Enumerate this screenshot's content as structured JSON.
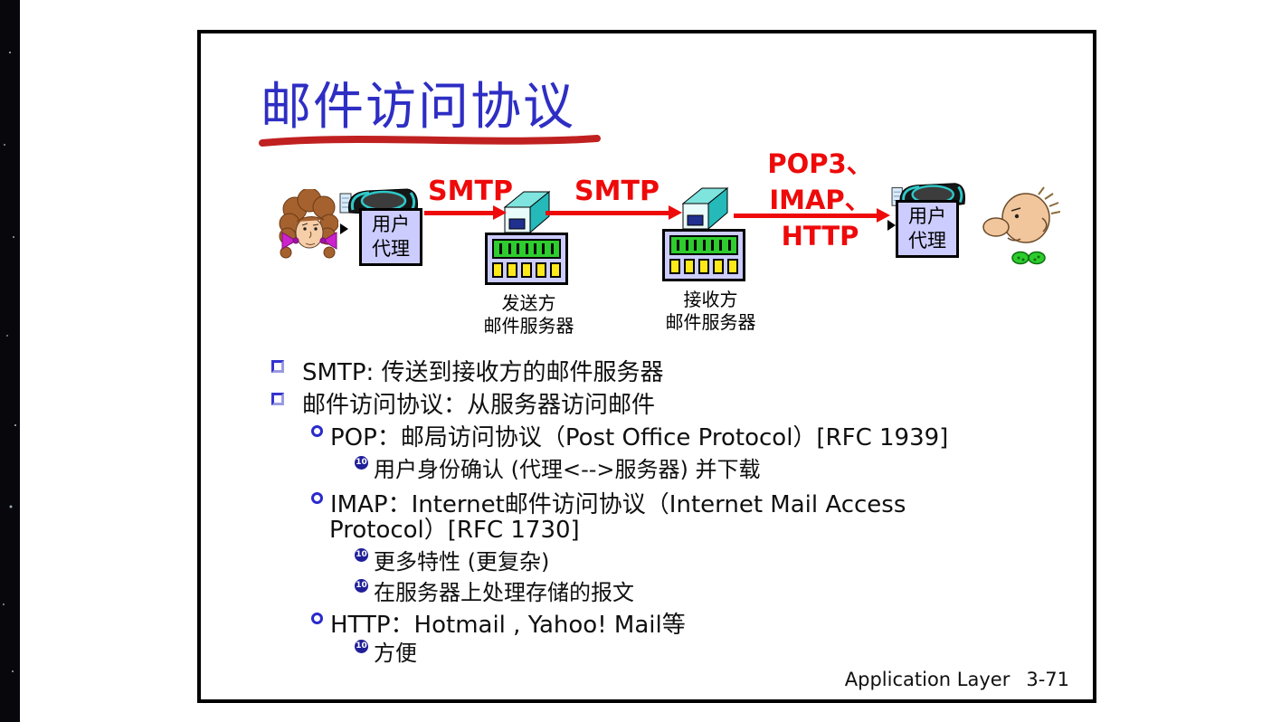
{
  "slide": {
    "title": "邮件访问协议",
    "diagram": {
      "sender_user_agent": {
        "line1": "用户",
        "line2": "代理"
      },
      "receiver_user_agent": {
        "line1": "用户",
        "line2": "代理"
      },
      "smtp_label_1": "SMTP",
      "smtp_label_2": "SMTP",
      "access_protocols": {
        "line1": "POP3、",
        "line2": "IMAP、",
        "line3": "HTTP"
      },
      "sender_server_label": {
        "line1": "发送方",
        "line2": "邮件服务器"
      },
      "receiver_server_label": {
        "line1": "接收方",
        "line2": "邮件服务器"
      }
    },
    "bullets": [
      {
        "level": 1,
        "text": "SMTP: 传送到接收方的邮件服务器"
      },
      {
        "level": 1,
        "text": "邮件访问协议：从服务器访问邮件"
      },
      {
        "level": 2,
        "text": "POP：邮局访问协议（Post Office Protocol）[RFC 1939]"
      },
      {
        "level": 3,
        "text": "用户身份确认 (代理<-->服务器) 并下载"
      },
      {
        "level": 2,
        "text": "IMAP：Internet邮件访问协议（Internet Mail Access"
      },
      {
        "level": 2,
        "continuation": true,
        "text": "Protocol）[RFC 1730]"
      },
      {
        "level": 3,
        "text": "更多特性 (更复杂)"
      },
      {
        "level": 3,
        "text": "在服务器上处理存储的报文"
      },
      {
        "level": 2,
        "text": "HTTP：Hotmail , Yahoo! Mail等"
      },
      {
        "level": 3,
        "text": "方便"
      }
    ],
    "bullet_marker_level3": "10",
    "footer": {
      "section": "Application Layer",
      "page": "3-71"
    }
  },
  "colors": {
    "title_blue": "#2e2ec4",
    "underline_red": "#c02020",
    "protocol_red": "#ee0a0a",
    "agent_box_fill": "#ccccff",
    "server_teal": "#25b9b9",
    "server_panel_green": "#2ecc2e",
    "server_unit_yellow": "#ffe81a",
    "bullet_blue": "#3434cf",
    "level3_navy": "#1f1f99"
  }
}
